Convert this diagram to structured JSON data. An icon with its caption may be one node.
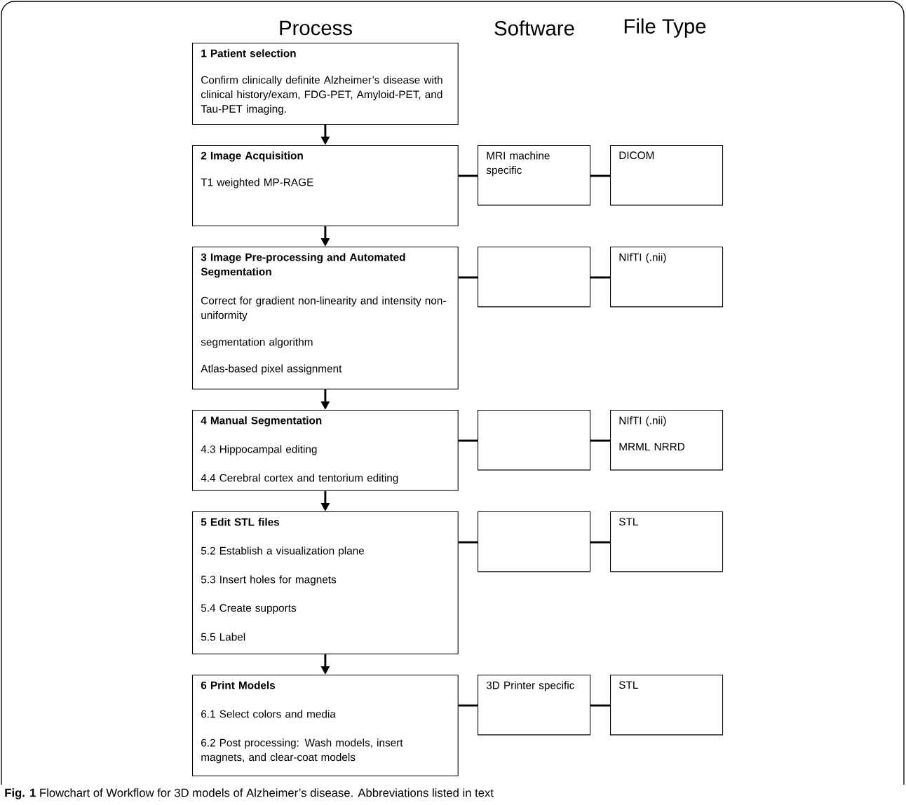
{
  "diagram": {
    "caption": "**Fig. 1** Flowchart of Workflow for 3D models of Alzheimer’s disease. Abbreviations listed in text",
    "labels": [
      "Process",
      "Software",
      "File Type"
    ],
    "nodes": [
      {
        "text": [
          "1 Patient selection",
          "Confirm clinically definite Alzheimer’s disease with clinical history/exam, FDG-PET, Amyloid-PET, and Tau-PET imaging."
        ]
      },
      {
        "text": [
          "2 Image Acquisition",
          "T1 weighted MP-RAGE"
        ]
      },
      {
        "text": [
          "MRI machine specific"
        ]
      },
      {
        "text": [
          "DICOM"
        ]
      },
      {
        "text": [
          "3 Image Pre-processing and Automated Segmentation",
          "Correct for gradient non-linearity and intensity non-uniformity",
          "segmentation algorithm",
          "Atlas-based pixel assignment"
        ]
      },
      {
        "text": [],
        "shape": "box"
      },
      {
        "text": [
          "NIfTI (.nii)"
        ]
      },
      {
        "text": [
          "4 Manual Segmentation",
          "4.3 Hippocampal editing",
          "4.4 Cerebral cortex and tentorium editing"
        ]
      },
      {
        "text": [],
        "shape": "box"
      },
      {
        "text": [
          "NIfTI (.nii)",
          "MRML NRRD"
        ]
      },
      {
        "text": [
          "5 Edit STL files",
          "5.2 Establish a visualization plane",
          "5.3 Insert holes for magnets",
          "5.4 Create supports",
          "5.5 Label"
        ]
      },
      {
        "text": [],
        "shape": "box"
      },
      {
        "text": [
          "STL"
        ]
      },
      {
        "text": [
          "6 Print Models",
          "6.1 Select colors and media",
          "6.2 Post processing:  Wash models, insert magnets, and clear-coat models"
        ]
      },
      {
        "text": [
          "3D Printer specific"
        ]
      },
      {
        "text": [
          "STL"
        ]
      }
    ],
    "edges": [
      {
        "from": 0,
        "to": 1,
        "arrow": "to"
      },
      {
        "from": 1,
        "to": 2,
        "arrow": "none"
      },
      {
        "from": 2,
        "to": 3,
        "arrow": "none"
      },
      {
        "from": 1,
        "to": 4,
        "arrow": "to"
      },
      {
        "from": 4,
        "to": 5,
        "arrow": "none"
      },
      {
        "from": 5,
        "to": 6,
        "arrow": "none"
      },
      {
        "from": 4,
        "to": 7,
        "arrow": "to"
      },
      {
        "from": 7,
        "to": 8,
        "arrow": "none"
      },
      {
        "from": 8,
        "to": 9,
        "arrow": "none"
      },
      {
        "from": 7,
        "to": 10,
        "arrow": "to"
      },
      {
        "from": 10,
        "to": 11,
        "arrow": "none"
      },
      {
        "from": 11,
        "to": 12,
        "arrow": "none"
      },
      {
        "from": 10,
        "to": 13,
        "arrow": "to"
      },
      {
        "from": 13,
        "to": 14,
        "arrow": "none"
      },
      {
        "from": 14,
        "to": 15,
        "arrow": "none"
      }
    ]
  }
}
